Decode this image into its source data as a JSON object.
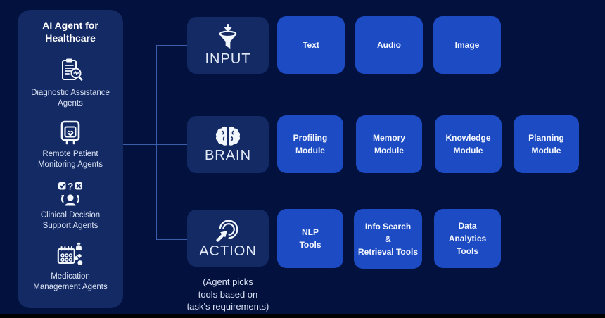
{
  "colors": {
    "background": "#03113f",
    "panel": "#142a64",
    "module_box": "#1c4bc3",
    "connector": "#3a5ea9",
    "bottom_bar": "#000000"
  },
  "sidebar": {
    "title": [
      "AI Agent for",
      "Healthcare"
    ],
    "items": [
      {
        "icon": "clipboard-search-icon",
        "label": [
          "Diagnostic Assistance",
          "Agents"
        ]
      },
      {
        "icon": "patient-monitor-icon",
        "label": [
          "Remote Patient",
          "Monitoring Agents"
        ]
      },
      {
        "icon": "clinical-decision-icon",
        "label": [
          "Clinical Decision",
          "Support Agents"
        ]
      },
      {
        "icon": "medication-calendar-icon",
        "label": [
          "Medication",
          "Management Agents"
        ]
      }
    ]
  },
  "stages": [
    {
      "label": "INPUT",
      "icon": "funnel-icon",
      "items": [
        [
          "Text"
        ],
        [
          "Audio"
        ],
        [
          "Image"
        ]
      ]
    },
    {
      "label": "BRAIN",
      "icon": "brain-icon",
      "items": [
        [
          "Profiling",
          "Module"
        ],
        [
          "Memory",
          "Module"
        ],
        [
          "Knowledge",
          "Module"
        ],
        [
          "Planning",
          "Module"
        ]
      ]
    },
    {
      "label": "ACTION",
      "icon": "click-cursor-icon",
      "items": [
        [
          "NLP",
          "Tools"
        ],
        [
          "Info Search",
          "&",
          "Retrieval Tools"
        ],
        [
          "Data",
          "Analytics",
          "Tools"
        ]
      ]
    }
  ],
  "caption": [
    "(Agent picks",
    "tools based on",
    "task's requirements)"
  ]
}
